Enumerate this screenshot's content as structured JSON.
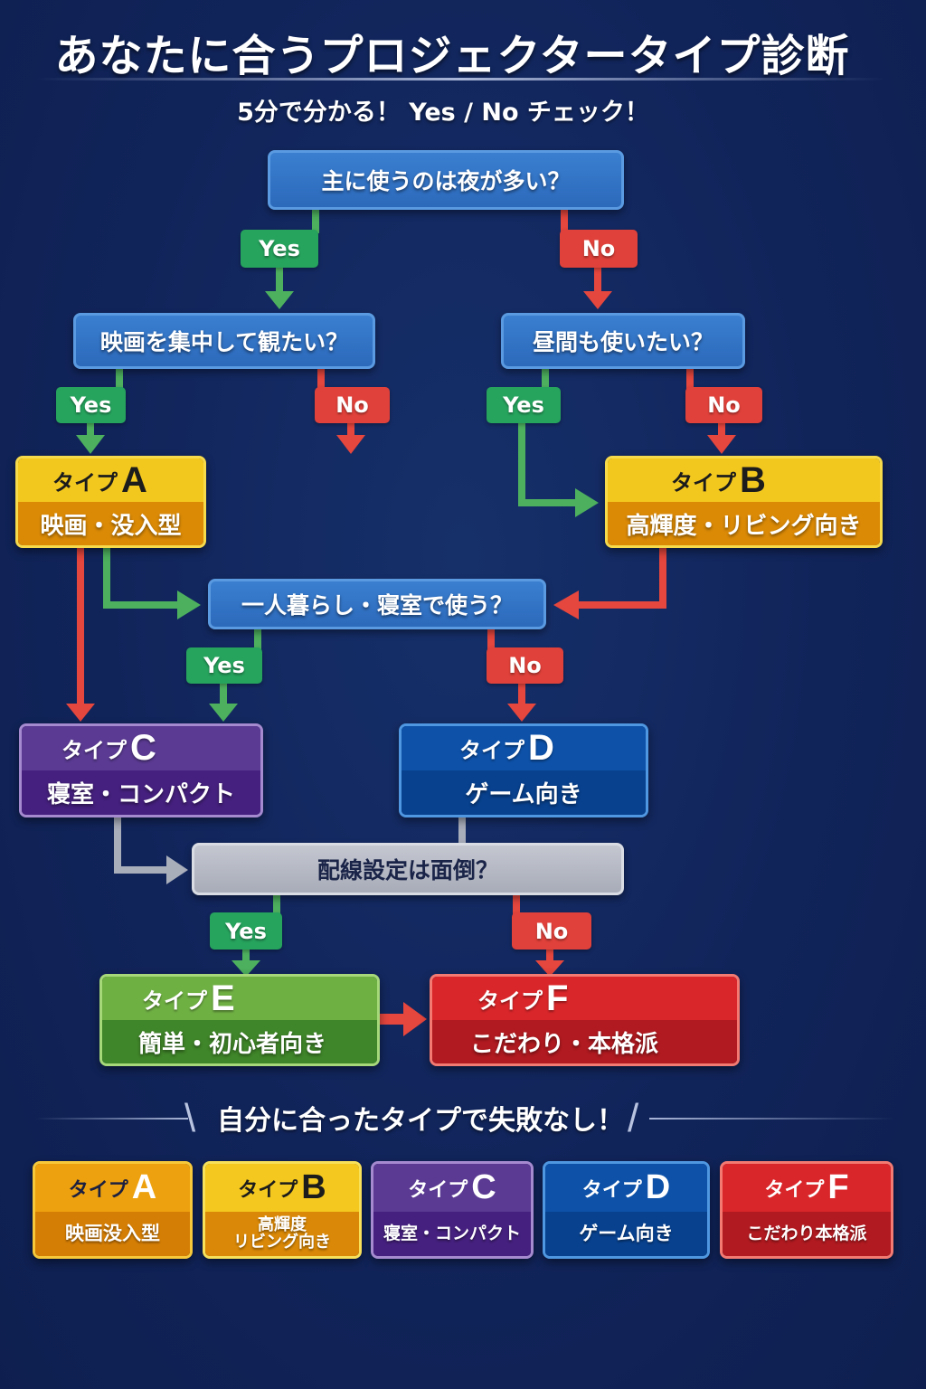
{
  "header": {
    "title": "あなたに合うプロジェクタータイプ診断",
    "subtitle": "5分で分かる！ Yes / No チェック！"
  },
  "labels": {
    "yes": "Yes",
    "no": "No"
  },
  "questions": {
    "q1": "主に使うのは夜が多い？",
    "q2": "映画を集中して観たい？",
    "q3": "昼間も使いたい？",
    "q4": "一人暮らし・寝室で使う？",
    "q5": "配線設定は面倒？"
  },
  "results": {
    "a": {
      "prefix": "タイプ",
      "letter": "A",
      "desc": "映画・没入型"
    },
    "b": {
      "prefix": "タイプ",
      "letter": "B",
      "desc": "高輝度・リビング向き"
    },
    "c": {
      "prefix": "タイプ",
      "letter": "C",
      "desc": "寝室・コンパクト"
    },
    "d": {
      "prefix": "タイプ",
      "letter": "D",
      "desc": "ゲーム向き"
    },
    "e": {
      "prefix": "タイプ",
      "letter": "E",
      "desc": "簡単・初心者向き"
    },
    "f": {
      "prefix": "タイプ",
      "letter": "F",
      "desc": "こだわり・本格派"
    }
  },
  "slogan": {
    "text": "自分に合ったタイプで失敗なし！",
    "left_mark": "\\",
    "right_mark": "/"
  },
  "summary_cards": [
    {
      "prefix": "タイプ",
      "letter": "A",
      "desc_line1": "映画没入型",
      "desc_line2": ""
    },
    {
      "prefix": "タイプ",
      "letter": "B",
      "desc_line1": "高輝度",
      "desc_line2": "リビング向き"
    },
    {
      "prefix": "タイプ",
      "letter": "C",
      "desc_line1": "寝室・コンパクト",
      "desc_line2": ""
    },
    {
      "prefix": "タイプ",
      "letter": "D",
      "desc_line1": "ゲーム向き",
      "desc_line2": ""
    },
    {
      "prefix": "タイプ",
      "letter": "F",
      "desc_line1": "こだわり本格派",
      "desc_line2": ""
    }
  ],
  "colors": {
    "background": "#12275a",
    "question_blue": "#2f6fc2",
    "question_gray": "#b4b8c3",
    "yes_green": "#26a35d",
    "no_red": "#e0413a",
    "arrow_green": "#4db05e",
    "arrow_red": "#e5463d",
    "arrow_gray": "#a9aebb"
  }
}
